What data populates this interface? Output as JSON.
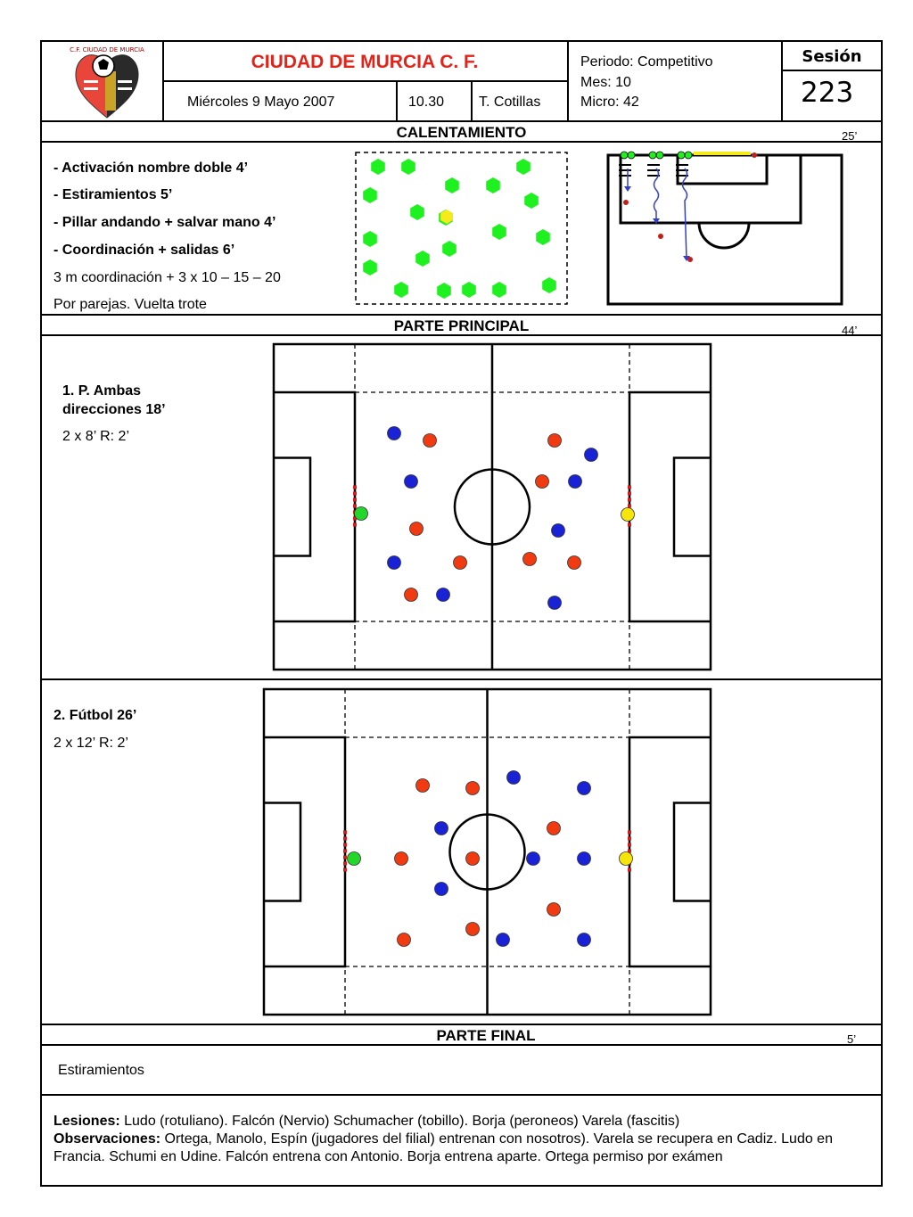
{
  "header": {
    "club_name": "CIUDAD DE MURCIA C. F.",
    "date": "Miércoles 9 Mayo  2007",
    "time": "10.30",
    "coach": "T. Cotillas",
    "periodo": "Periodo: Competitivo",
    "mes": "Mes: 10",
    "micro": "Micro: 42",
    "sesion_label": "Sesión",
    "sesion_number": "223",
    "logo_text": "C.F. CIUDAD DE MURCIA"
  },
  "colors": {
    "club_red": "#e2231a",
    "team_blue": "#1a22d6",
    "team_red": "#f03a12",
    "keeper_green": "#22d62a",
    "keeper_yellow": "#f5e50a",
    "cone_green": "#1ff01f",
    "cone_yellow": "#f5ea1a"
  },
  "calentamiento": {
    "title": "CALENTAMIENTO",
    "duration": "25’",
    "items": [
      "- Activación nombre doble 4’",
      "- Estiramientos 5’",
      "- Pillar andando + salvar mano 4’",
      "- Coordinación + salidas  6’"
    ],
    "note1": "3 m coordinación + 3 x 10 – 15 – 20",
    "note2": "Por parejas. Vuelta trote"
  },
  "parte_principal": {
    "title": "PARTE PRINCIPAL",
    "duration": "44’",
    "exercises": [
      {
        "title_line1": "1. P. Ambas",
        "title_line2": "direcciones 18’",
        "detail": "2 x 8’ R: 2’"
      },
      {
        "title_line1": "2.  Fútbol 26’",
        "detail": "2 x 12’ R: 2’"
      }
    ]
  },
  "parte_final": {
    "title": "PARTE FINAL",
    "duration": "5’",
    "content": "Estiramientos"
  },
  "footer": {
    "lesiones_label": "Lesiones:",
    "lesiones_text": " Ludo (rotuliano). Falcón (Nervio) Schumacher (tobillo). Borja (peroneos)  Varela (fascitis)",
    "observaciones_label": "Observaciones:",
    "observaciones_text": " Ortega, Manolo, Espín  (jugadores del filial) entrenan con nosotros). Varela se recupera en Cadiz. Ludo en Francia. Schumi en Udine. Falcón entrena con Antonio. Borja entrena aparte. Ortega permiso por exámen"
  }
}
